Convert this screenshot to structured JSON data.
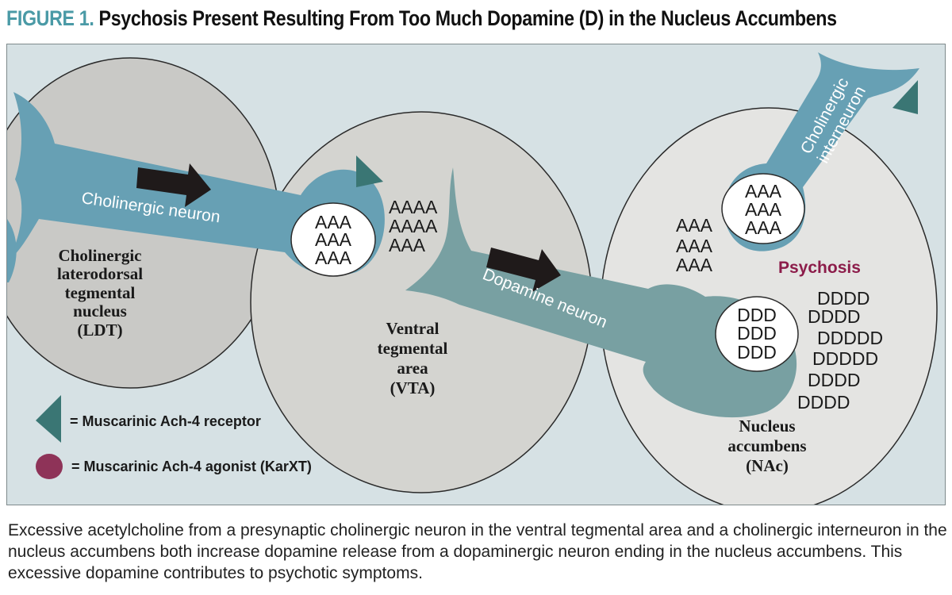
{
  "figure": {
    "number": "FIGURE 1.",
    "title": "Psychosis Present Resulting From Too Much Dopamine (D) in the Nucleus Accumbens"
  },
  "regions": {
    "ldt": [
      "Cholinergic",
      "laterodorsal",
      "tegmental",
      "nucleus",
      "(LDT)"
    ],
    "vta": [
      "Ventral",
      "tegmental",
      "area",
      "(VTA)"
    ],
    "nac": [
      "Nucleus",
      "accumbens",
      "(NAc)"
    ]
  },
  "neurons": {
    "cholinergic": "Cholinergic neuron",
    "dopamine": "Dopamine neuron",
    "interneuron": [
      "Cholinergic",
      "interneuron"
    ]
  },
  "vesicles": {
    "cholinergic_terminal": [
      "AAA",
      "AAA",
      "AAA"
    ],
    "interneuron_terminal": [
      "AAA",
      "AAA",
      "AAA"
    ],
    "dopamine_terminal": [
      "DDD",
      "DDD",
      "DDD"
    ]
  },
  "released": {
    "vta_acetylcholine": [
      "AAAA",
      "AAAA",
      "AAA"
    ],
    "nac_acetylcholine": [
      "AAA",
      "AAA",
      "AAA"
    ],
    "nac_dopamine": [
      "DDDD",
      "DDDD",
      "DDDDD",
      "DDDDD",
      "DDDD",
      "DDDD"
    ]
  },
  "status_label": "Psychosis",
  "legend": {
    "receptor": "= Muscarinic Ach-4 receptor",
    "agonist": "= Muscarinic Ach-4 agonist (KarXT)"
  },
  "colors": {
    "title_accent": "#4a9aa6",
    "background": "#d6e1e4",
    "region_ldt": "#c9c9c6",
    "region_other": "#d4d4d0",
    "region_nac": "#e4e4e2",
    "cholinergic_neuron": "#67a0b4",
    "dopamine_neuron": "#78a0a2",
    "receptor": "#3a7674",
    "agonist": "#8e3358",
    "psychosis_text": "#8c1c4a",
    "arrow": "#1f1a1a"
  },
  "caption": "Excessive acetylcholine from a presynaptic cholinergic neuron in the ventral tegmental area and a cholinergic interneuron in the nucleus accumbens both increase dopamine release from a dopaminergic neuron ending in the nucleus accumbens. This excessive dopamine contributes to psychotic symptoms."
}
